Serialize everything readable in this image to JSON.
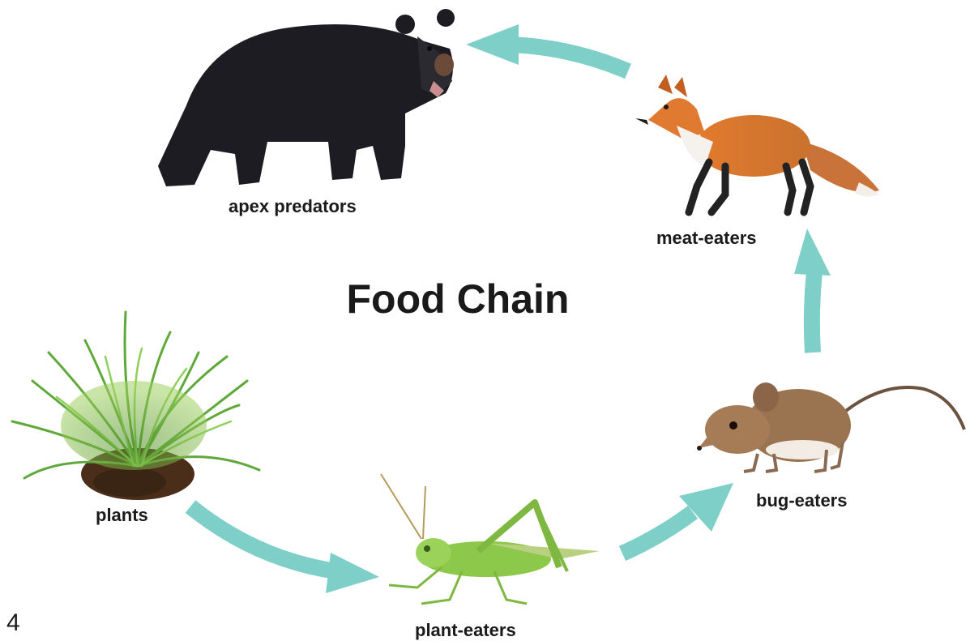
{
  "title": "Food Chain",
  "page_number": "4",
  "colors": {
    "arrow": "#7fcfc9",
    "text": "#1a1a1a"
  },
  "stages": [
    {
      "label": "plants",
      "icon": "grass-clump"
    },
    {
      "label": "plant-eaters",
      "icon": "grasshopper"
    },
    {
      "label": "bug-eaters",
      "icon": "shrew"
    },
    {
      "label": "meat-eaters",
      "icon": "red-fox"
    },
    {
      "label": "apex predators",
      "icon": "black-bear"
    }
  ]
}
